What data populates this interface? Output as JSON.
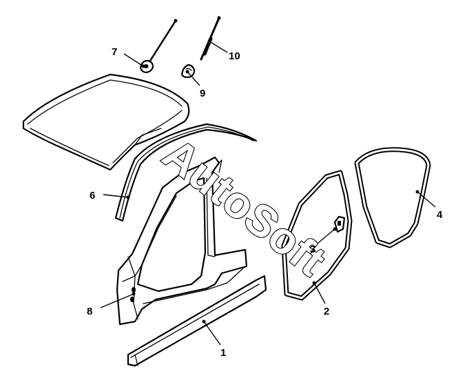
{
  "watermark": "AutoSoft",
  "callouts": [
    {
      "id": "1",
      "label": "1"
    },
    {
      "id": "2",
      "label": "2"
    },
    {
      "id": "3",
      "label": "3"
    },
    {
      "id": "4",
      "label": "4"
    },
    {
      "id": "6",
      "label": "6"
    },
    {
      "id": "7",
      "label": "7"
    },
    {
      "id": "8",
      "label": "8"
    },
    {
      "id": "9",
      "label": "9"
    },
    {
      "id": "10",
      "label": "10"
    }
  ]
}
